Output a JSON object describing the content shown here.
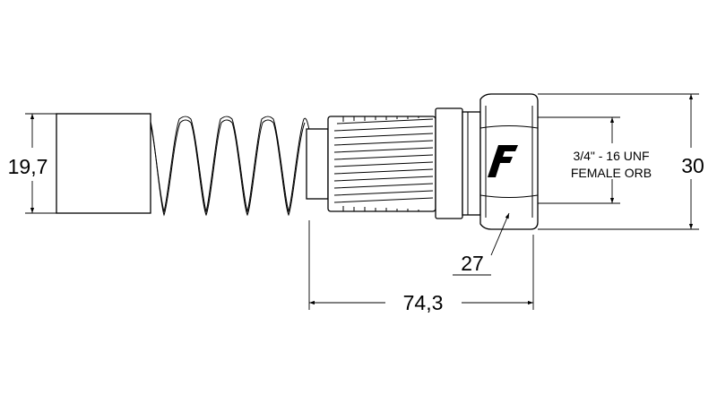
{
  "dimensions": {
    "cap_diameter": "19,7",
    "overall_length": "74,3",
    "hex_height": "30",
    "hex_wrench": "27"
  },
  "port_callout": {
    "line1": "3/4\" - 16 UNF",
    "line2": "FEMALE ORB"
  },
  "logo": {
    "letter": "F",
    "icon": "brand-f-logo-icon"
  }
}
